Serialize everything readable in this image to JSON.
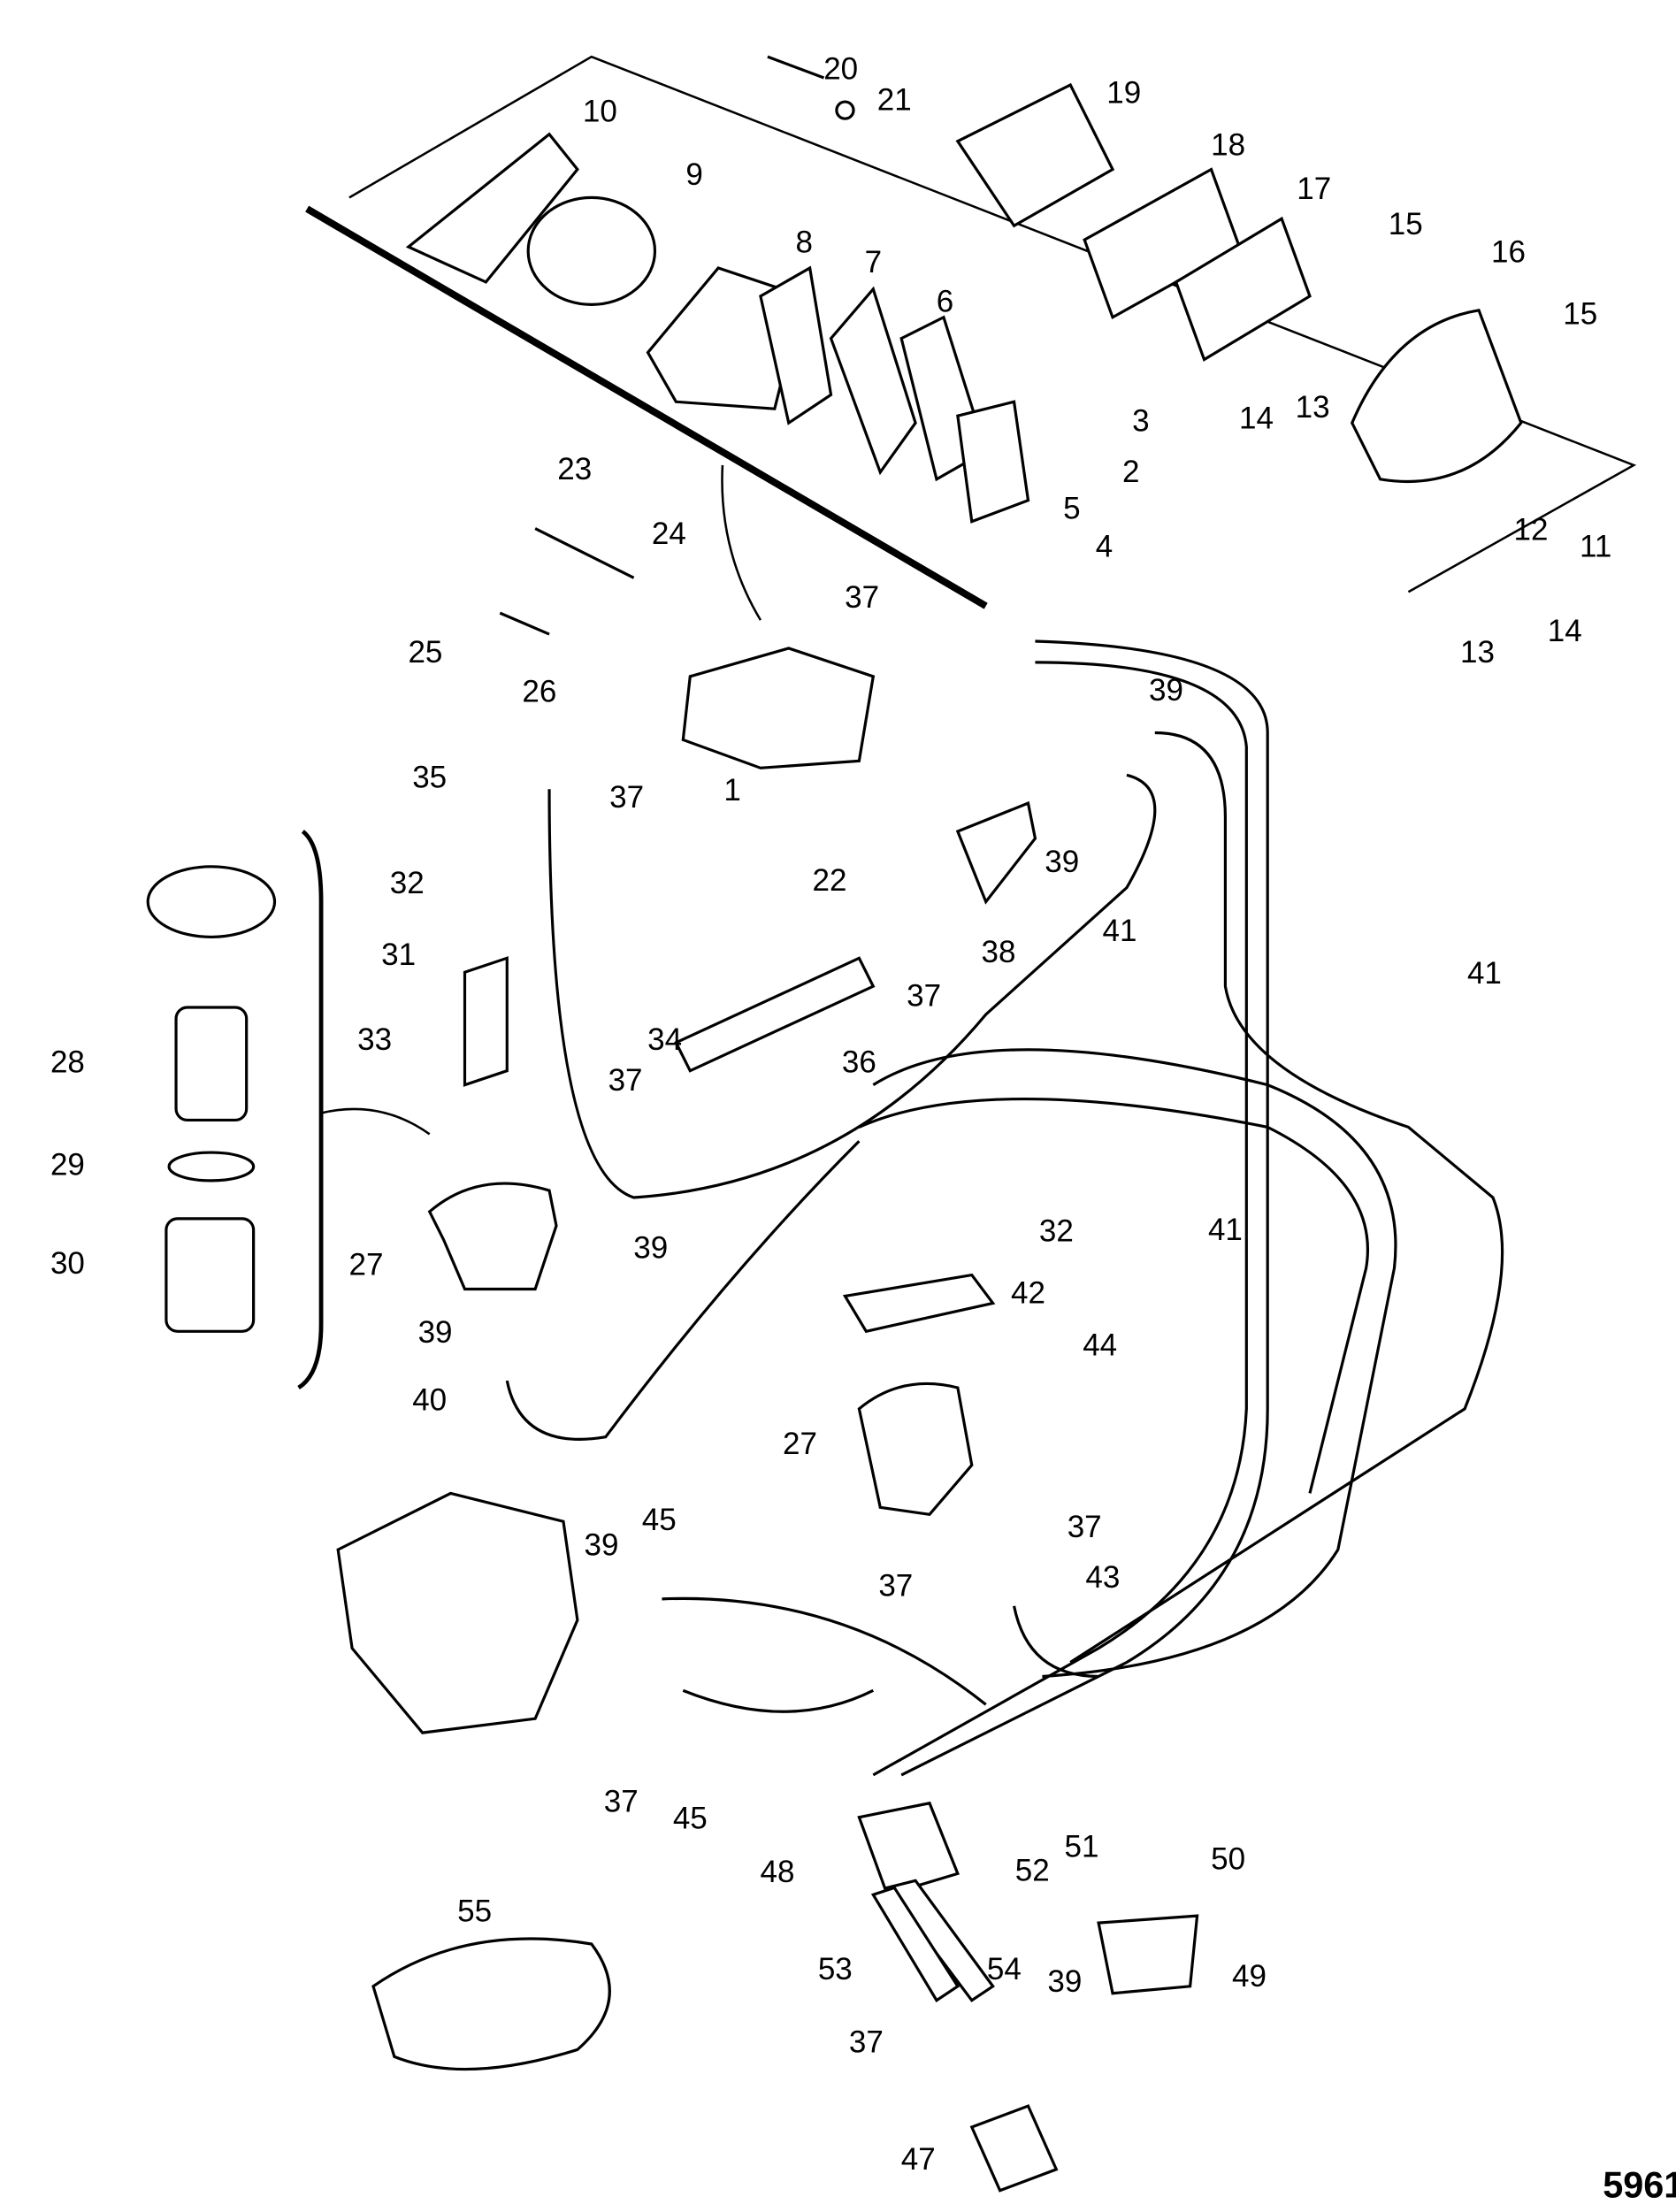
{
  "figure_number": "5961",
  "callouts": [
    "20",
    "21",
    "19",
    "10",
    "18",
    "9",
    "17",
    "15",
    "16",
    "8",
    "7",
    "6",
    "15",
    "14",
    "13",
    "3",
    "2",
    "23",
    "5",
    "12",
    "11",
    "24",
    "4",
    "37",
    "14",
    "25",
    "13",
    "26",
    "39",
    "35",
    "37",
    "1",
    "22",
    "39",
    "32",
    "31",
    "38",
    "41",
    "41",
    "37",
    "28",
    "33",
    "34",
    "36",
    "37",
    "29",
    "41",
    "32",
    "30",
    "27",
    "39",
    "42",
    "39",
    "44",
    "40",
    "27",
    "45",
    "37",
    "39",
    "37",
    "43",
    "37",
    "45",
    "51",
    "50",
    "52",
    "48",
    "55",
    "53",
    "54",
    "49",
    "39",
    "37",
    "47"
  ],
  "colors": {
    "ink": "#000000",
    "background": "#ffffff"
  }
}
